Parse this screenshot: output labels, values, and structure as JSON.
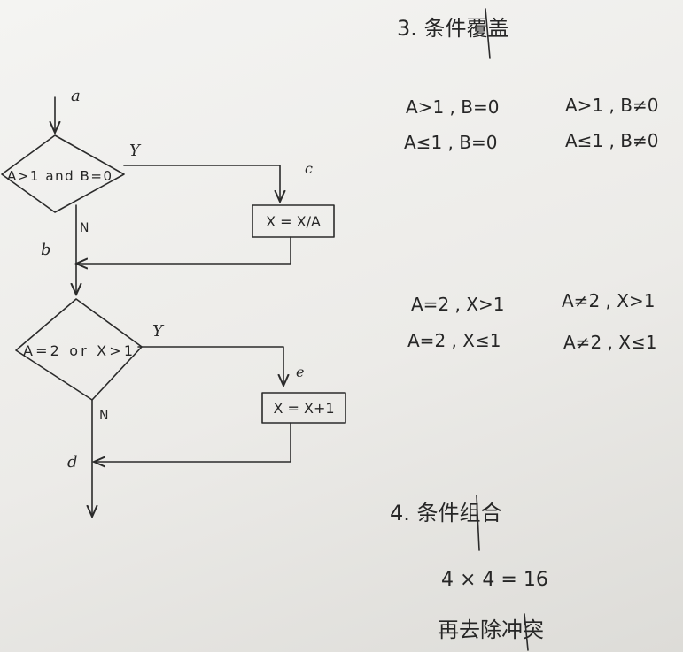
{
  "flowchart": {
    "entry_label": "a",
    "decision1": {
      "text": "A>1 and B=0",
      "yes": "Y",
      "no": "N"
    },
    "node_c": {
      "label": "c",
      "text": "X = X/A"
    },
    "node_b": {
      "label": "b"
    },
    "decision2": {
      "text": "A=2 or X>1",
      "yes": "Y",
      "no": "N"
    },
    "node_e": {
      "label": "e",
      "text": "X = X+1"
    },
    "node_d": {
      "label": "d"
    }
  },
  "notes": {
    "section3": {
      "heading": "3. 条件覆盖",
      "group1": [
        [
          "A>1 , B=0",
          "A>1 , B≠0"
        ],
        [
          "A≤1 , B=0",
          "A≤1 , B≠0"
        ]
      ],
      "group2": [
        [
          "A=2 , X>1",
          "A≠2 , X>1"
        ],
        [
          "A=2 , X≤1",
          "A≠2 , X≤1"
        ]
      ]
    },
    "section4": {
      "heading": "4. 条件组合",
      "calc": "4 × 4 = 16",
      "note": "再去除冲突"
    }
  }
}
